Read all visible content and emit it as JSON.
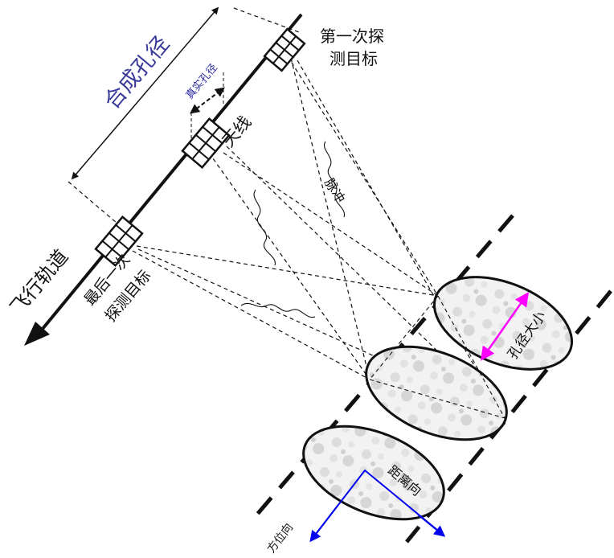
{
  "labels": {
    "first_target_line1": "第一次探",
    "first_target_line2": "测目标",
    "synthetic_aperture": "合成孔径",
    "real_aperture": "真实孔径",
    "antenna": "天线",
    "pulse": "脉冲",
    "flight_path": "飞行轨道",
    "last_target_line1": "最后一次",
    "last_target_line2": "探测目标",
    "aperture_size": "孔径大小",
    "range_direction": "距离向",
    "azimuth_direction": "方位向"
  },
  "colors": {
    "synthetic_aperture_text": "#3a3a9a",
    "real_aperture_text": "#2a2aa0",
    "aperture_size_arrow": "#ff00ff",
    "direction_arrows": "#0000ee",
    "ink": "#111111"
  }
}
